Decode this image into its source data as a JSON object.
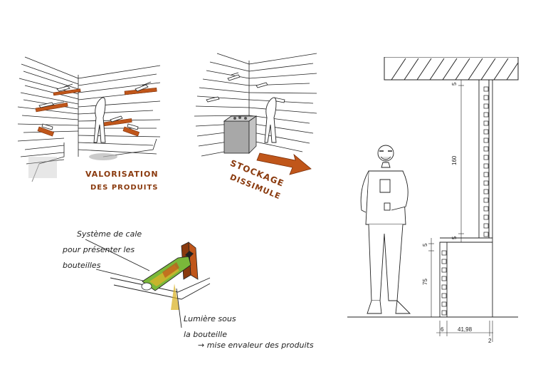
{
  "sketch_left": {
    "caption_line1": "VALORISATION",
    "caption_line2": "DES PRODUITS"
  },
  "sketch_middle": {
    "caption_line1": "STOCKAGE",
    "caption_line2": "DISSIMULE"
  },
  "detail_sketch": {
    "note_top": [
      "Système de cale",
      "pour présenter les",
      "bouteilles"
    ],
    "note_bottom": [
      "Lumière sous",
      "la bouteille",
      "→ mise envaleur des produits"
    ]
  },
  "elevation": {
    "dim_top_5": "5",
    "dim_160": "160",
    "dim_mid_5": "5",
    "dim_lower_5": "5",
    "dim_75": "75",
    "dim_bottom_6": "6",
    "dim_41_98": "41,98",
    "dim_2": "2"
  },
  "colors": {
    "orange": "#c0561a",
    "dark_orange": "#8a3a0e",
    "green": "#7ab83a",
    "grey": "#9a9a9a"
  }
}
